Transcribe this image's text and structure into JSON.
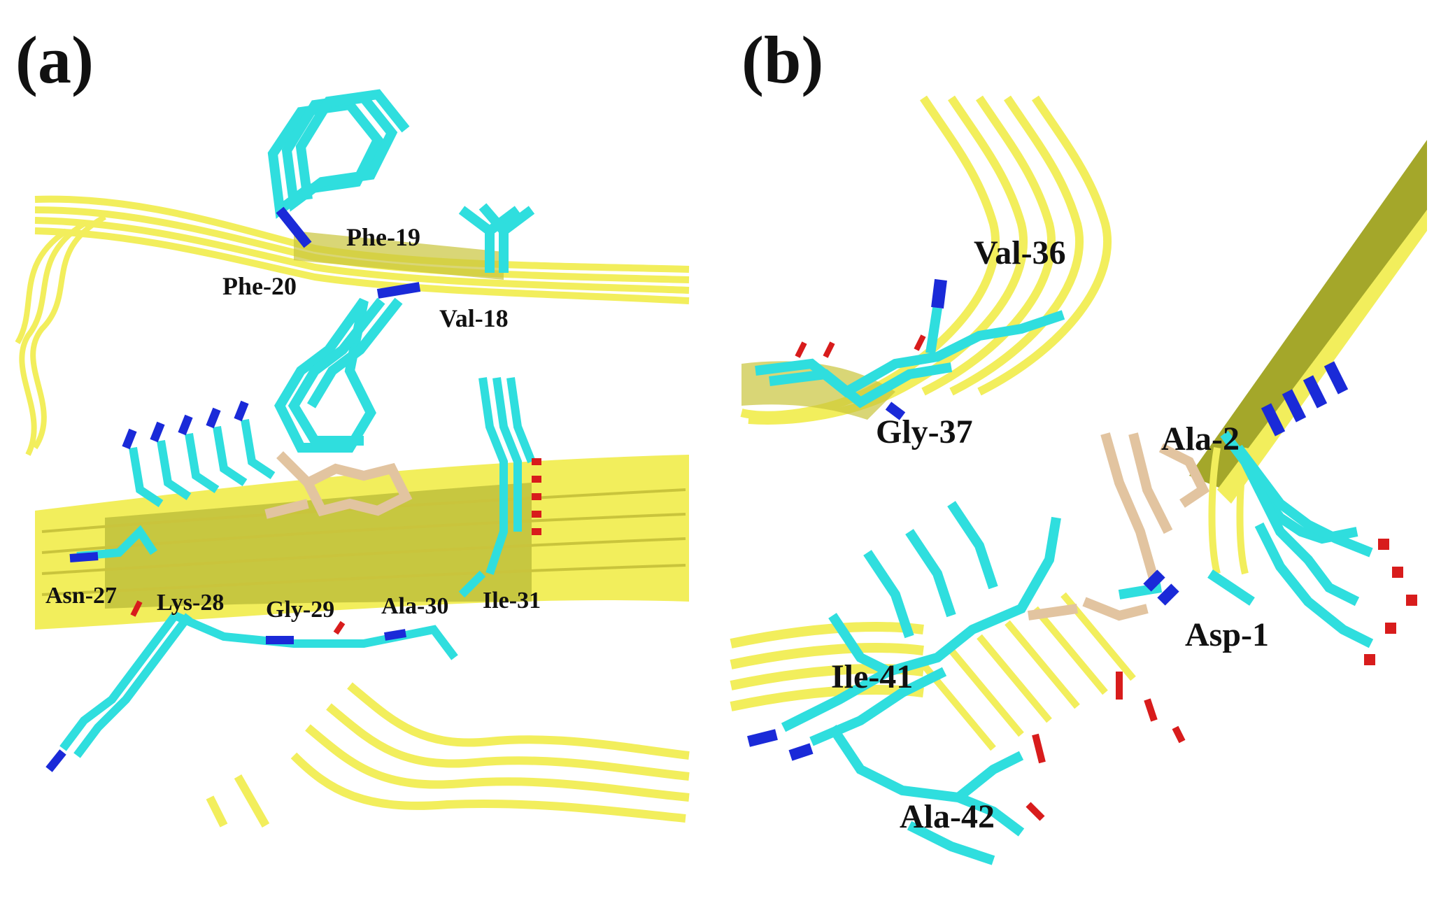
{
  "figure": {
    "panels": [
      {
        "letter": "(a)",
        "labels": [
          "Phe-19",
          "Phe-20",
          "Val-18",
          "Asn-27",
          "Lys-28",
          "Gly-29",
          "Ala-30",
          "Ile-31"
        ]
      },
      {
        "letter": "(b)",
        "labels": [
          "Val-36",
          "Gly-37",
          "Ala-2",
          "Asp-1",
          "Ile-41",
          "Ala-42"
        ]
      }
    ]
  },
  "colors": {
    "ribbon": "#f2ee5c",
    "ribbon_dark": "#9c9a2e",
    "carbon": "#2fdede",
    "nitrogen": "#1a2ad8",
    "oxygen": "#d81c1c",
    "hydrogen": "#d9d9d9",
    "ligand": "#e2c4a0"
  }
}
